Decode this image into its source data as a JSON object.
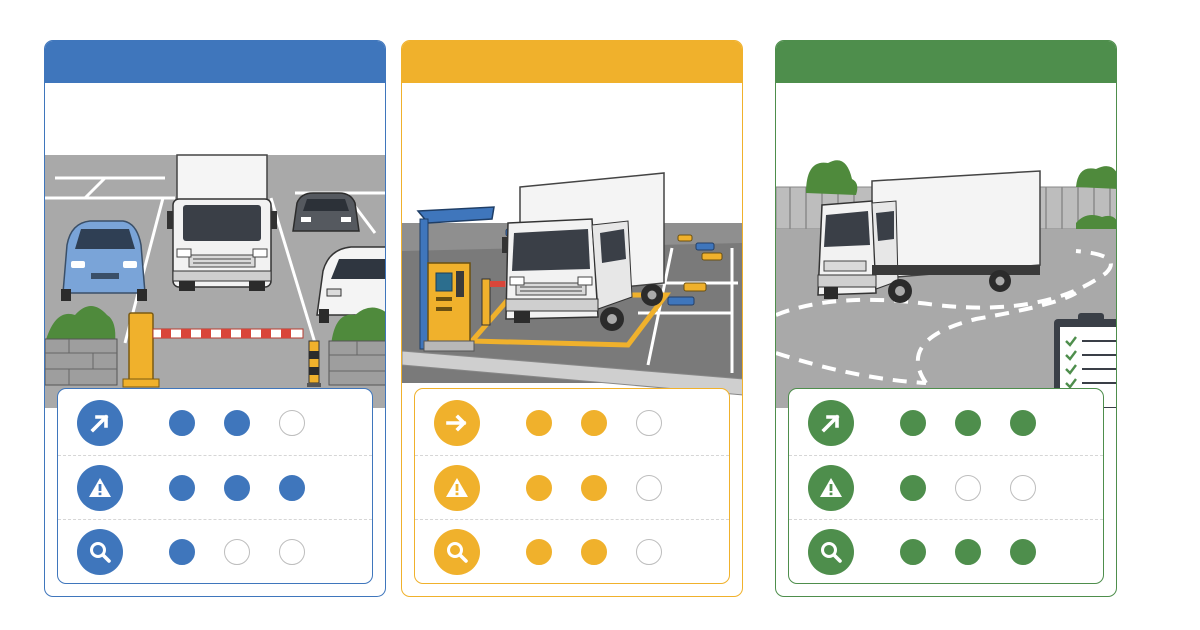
{
  "cards": [
    {
      "id": "parking",
      "accent": "#3f76bc",
      "scene": "parking-lot-scene",
      "ratings": {
        "access": 2,
        "risk": 3,
        "inspection": 1
      },
      "max": 3
    },
    {
      "id": "toll",
      "accent": "#f0b12c",
      "scene": "toll-booth-scene",
      "ratings": {
        "access": 2,
        "risk": 2,
        "inspection": 2
      },
      "max": 3
    },
    {
      "id": "yard",
      "accent": "#4e8e4c",
      "scene": "open-yard-scene",
      "ratings": {
        "access": 3,
        "risk": 1,
        "inspection": 3
      },
      "max": 3
    }
  ],
  "metric_icons": {
    "access": "arrow-up-right-icon",
    "risk": "warning-triangle-icon",
    "inspection": "magnifier-icon"
  },
  "card_icons_override": {
    "toll": {
      "access": "arrow-right-icon"
    }
  }
}
